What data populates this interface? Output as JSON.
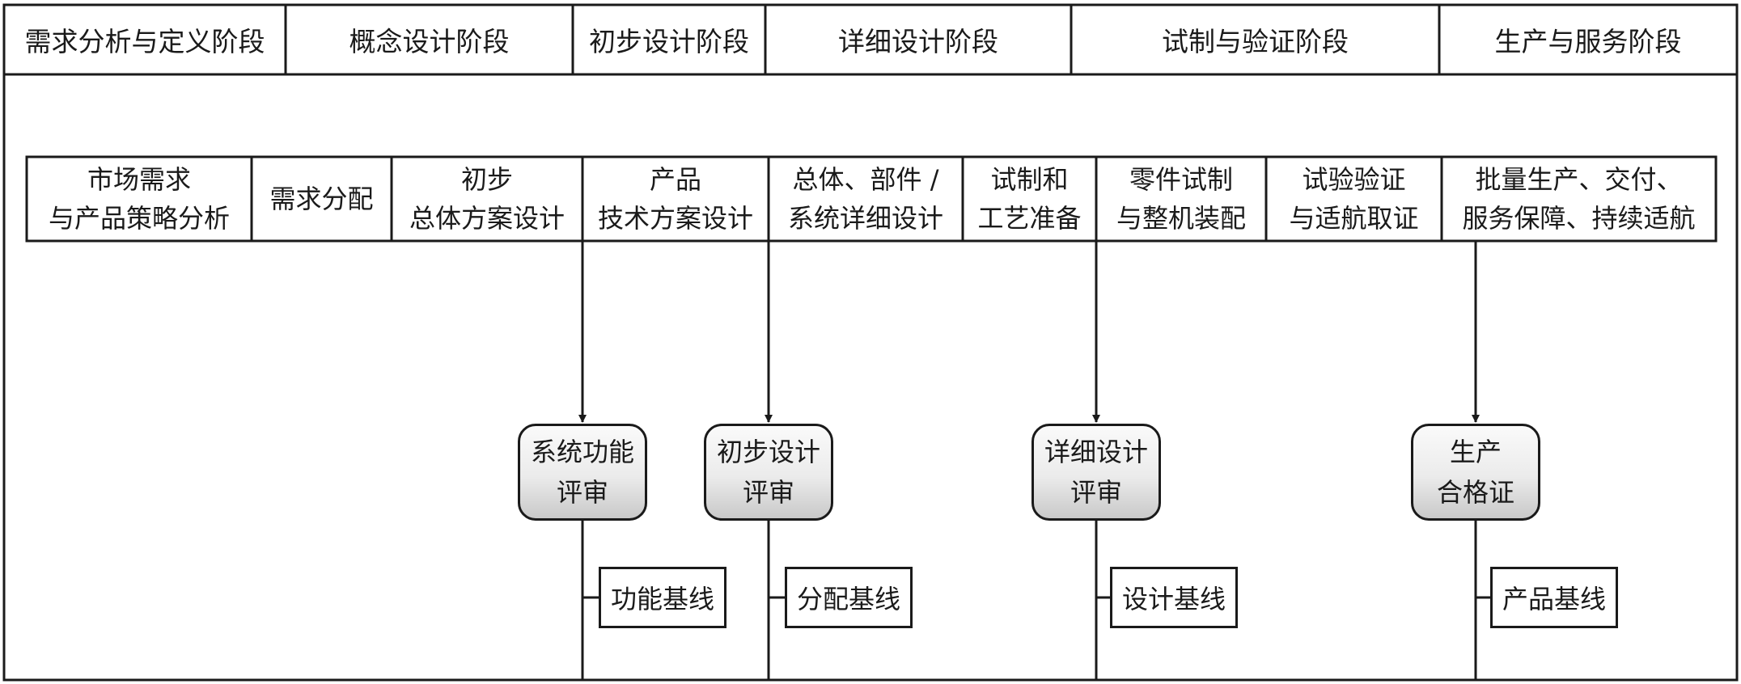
{
  "phases": [
    "需求分析与定义阶段",
    "概念设计阶段",
    "初步设计阶段",
    "详细设计阶段",
    "试制与验证阶段",
    "生产与服务阶段"
  ],
  "activities": [
    [
      "市场需求",
      "与产品策略分析"
    ],
    [
      "需求分配"
    ],
    [
      "初步",
      "总体方案设计"
    ],
    [
      "产品",
      "技术方案设计"
    ],
    [
      "总体、部件 /",
      "系统详细设计"
    ],
    [
      "试制和",
      "工艺准备"
    ],
    [
      "零件试制",
      "与整机装配"
    ],
    [
      "试验验证",
      "与适航取证"
    ],
    [
      "批量生产、交付、",
      "服务保障、持续适航"
    ]
  ],
  "reviews": [
    [
      "系统功能",
      "评审"
    ],
    [
      "初步设计",
      "评审"
    ],
    [
      "详细设计",
      "评审"
    ],
    [
      "生产",
      "合格证"
    ]
  ],
  "baselines": [
    "功能基线",
    "分配基线",
    "设计基线",
    "产品基线"
  ]
}
